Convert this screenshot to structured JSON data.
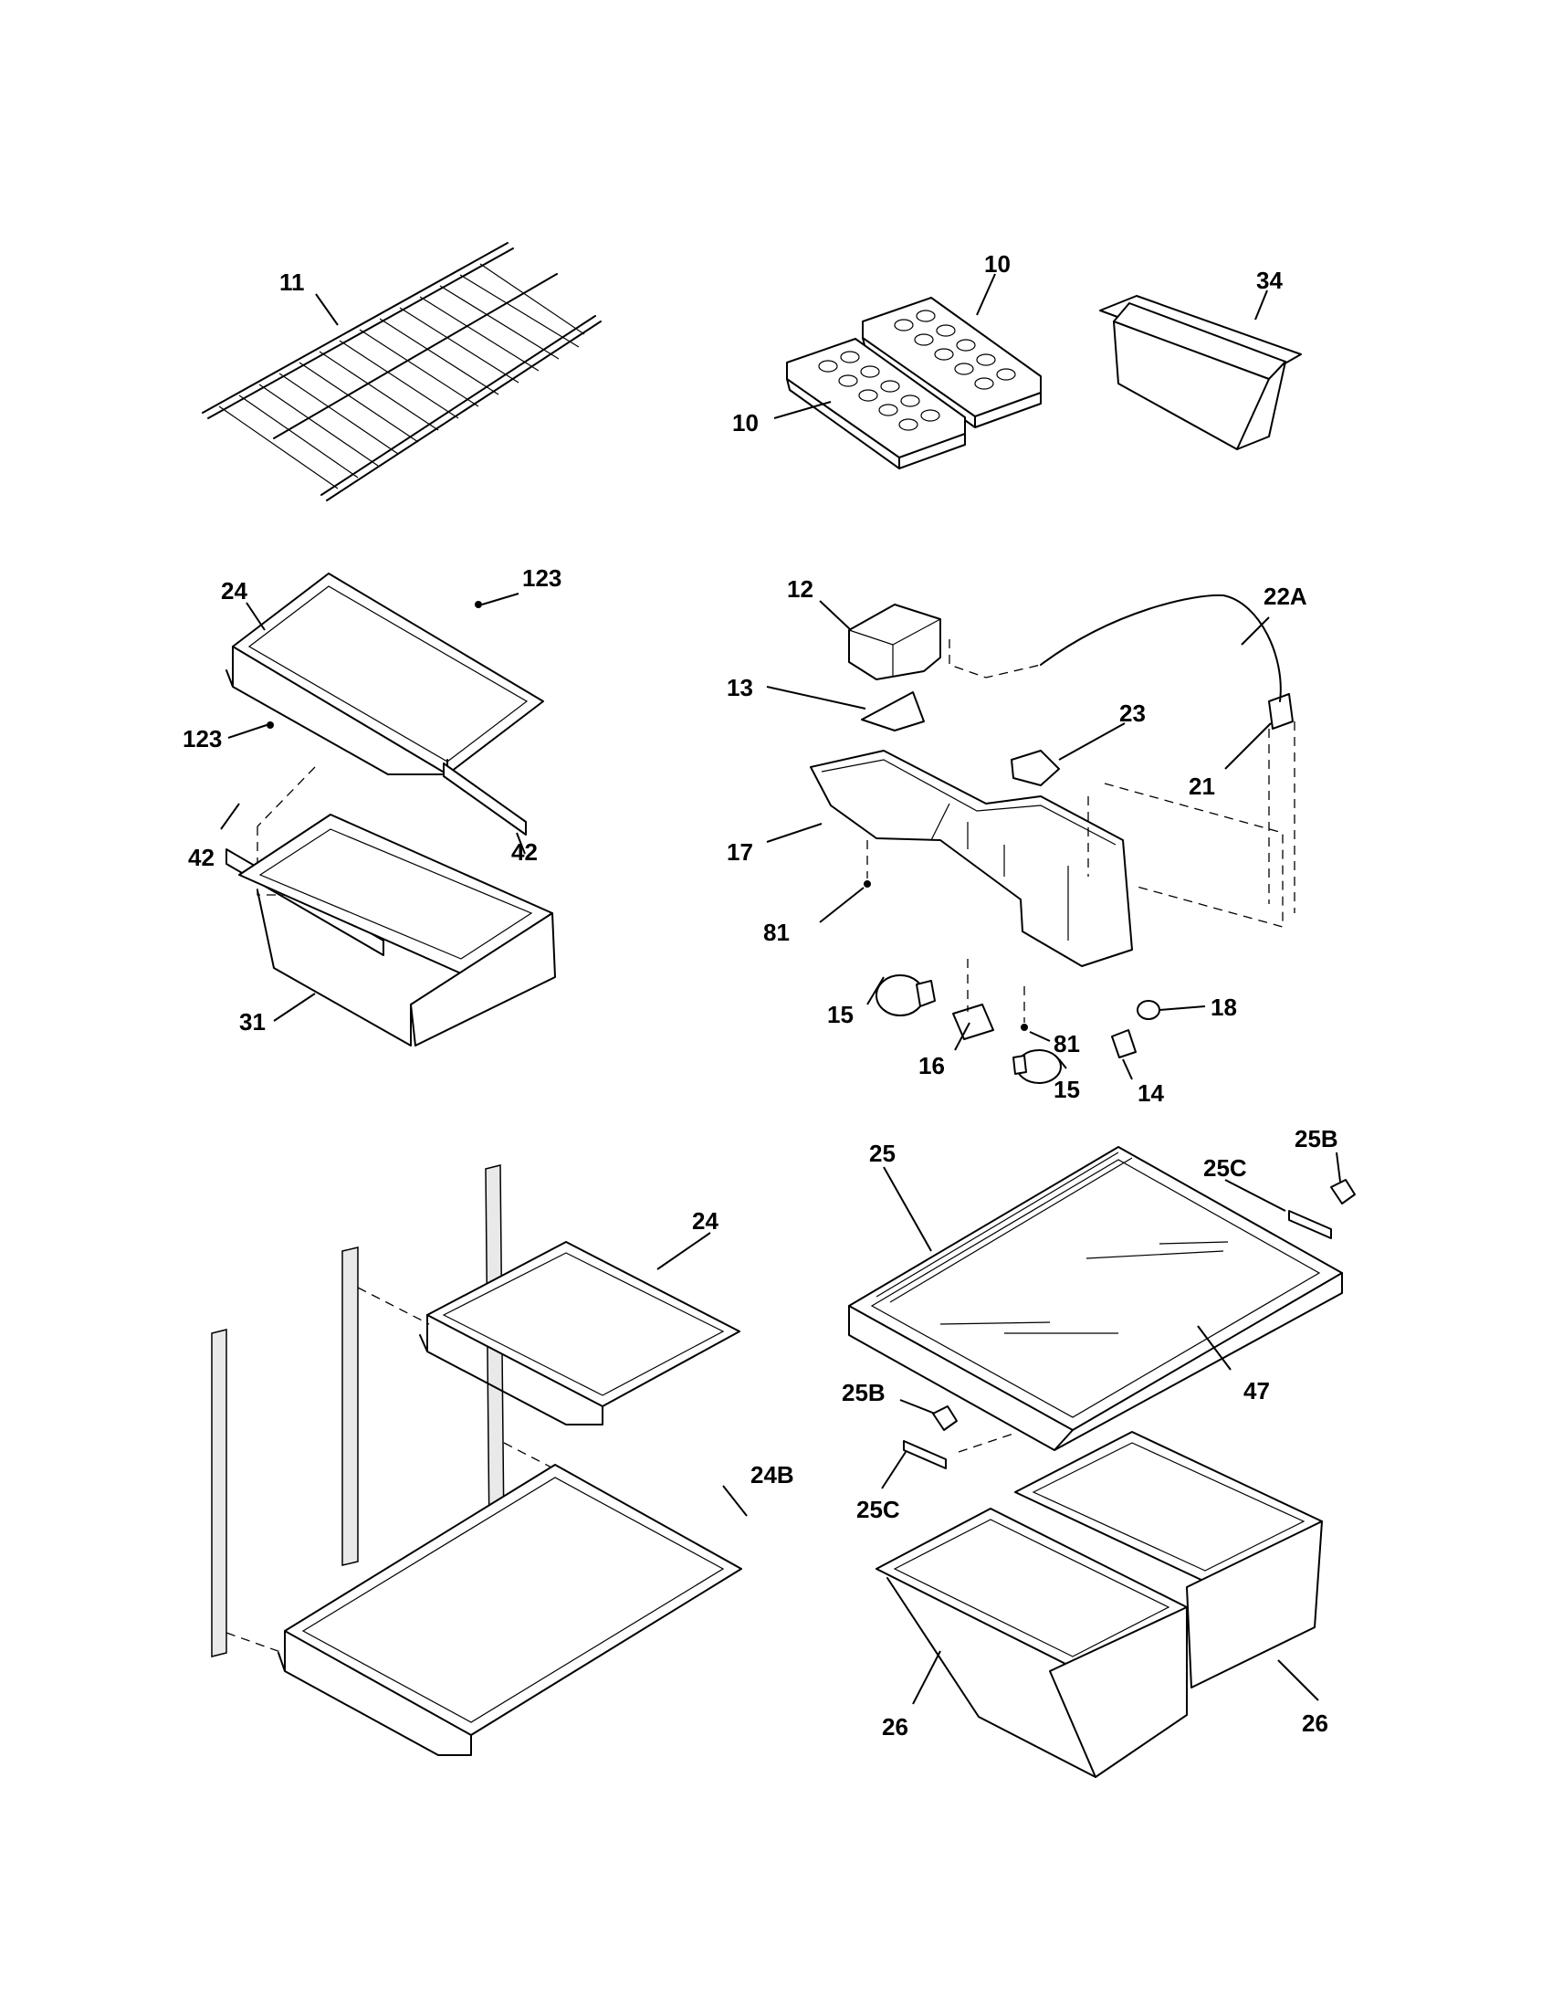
{
  "callouts": {
    "c11": "11",
    "c10a": "10",
    "c10b": "10",
    "c34": "34",
    "c24_top": "24",
    "c123a": "123",
    "c123b": "123",
    "c42a": "42",
    "c42b": "42",
    "c31": "31",
    "c12": "12",
    "c13": "13",
    "c17": "17",
    "c81a": "81",
    "c81b": "81",
    "c15a": "15",
    "c15b": "15",
    "c16": "16",
    "c14": "14",
    "c18": "18",
    "c23": "23",
    "c22a": "22A",
    "c21": "21",
    "c24_bottom": "24",
    "c24b": "24B",
    "c25": "25",
    "c25c_top": "25C",
    "c25b_top": "25B",
    "c47": "47",
    "c25b_left": "25B",
    "c25c_left": "25C",
    "c26a": "26",
    "c26b": "26"
  }
}
